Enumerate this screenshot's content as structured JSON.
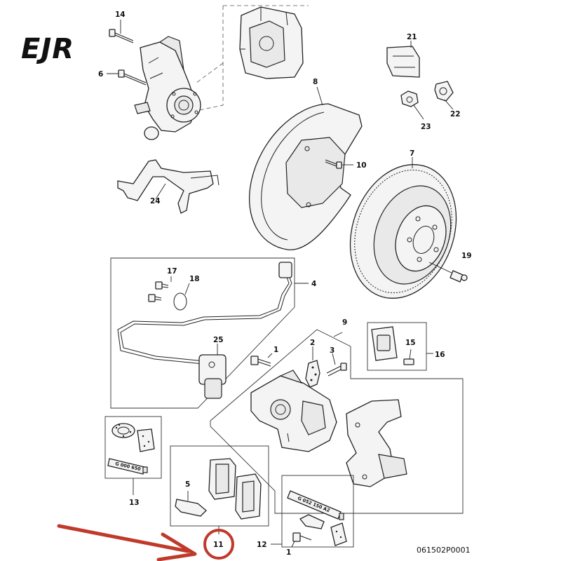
{
  "diagram": {
    "logo_text": "EJR",
    "drawing_code": "061502P0001",
    "labels": {
      "p1a": "1",
      "p1b": "1",
      "p2": "2",
      "p3": "3",
      "p4": "4",
      "p5": "5",
      "p6": "6",
      "p7": "7",
      "p8": "8",
      "p9": "9",
      "p10": "10",
      "p11": "11",
      "p12": "12",
      "p13": "13",
      "p14": "14",
      "p15": "15",
      "p16": "16",
      "p17": "17",
      "p18": "18",
      "p19": "19",
      "p21": "21",
      "p22": "22",
      "p23": "23",
      "p24": "24",
      "p25": "25"
    },
    "tube_text_13": "G 000 650",
    "tube_text_12": "G 052 150 A2",
    "highlight": {
      "label": "11",
      "color": "#c0392b"
    }
  }
}
